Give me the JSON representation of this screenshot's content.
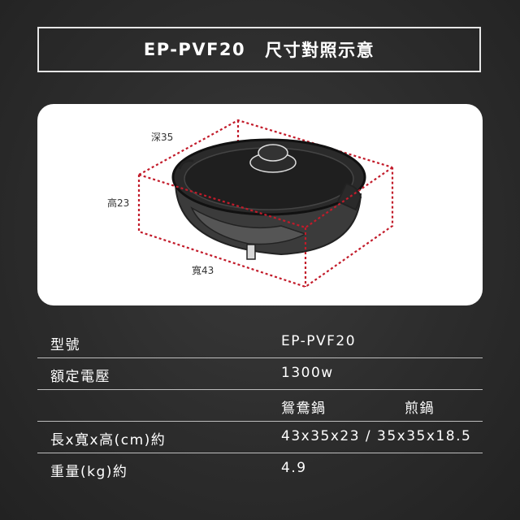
{
  "header": {
    "model": "EP-PVF20",
    "title": "尺寸對照示意"
  },
  "diagram": {
    "depth_label": "深35",
    "height_label": "高23",
    "width_label": "寬43",
    "dash_color": "#c21b2a"
  },
  "specs": {
    "rows": [
      {
        "label": "型號",
        "value": "EP-PVF20"
      },
      {
        "label": "額定電壓",
        "value": "1300w"
      },
      {
        "label": "",
        "value": "鴛鴦鍋",
        "value2": "煎鍋"
      },
      {
        "label": "長x寬x高(cm)約",
        "value": "43x35x23 / 35x35x18.5"
      },
      {
        "label": "重量(kg)約",
        "value": "4.9"
      }
    ]
  }
}
